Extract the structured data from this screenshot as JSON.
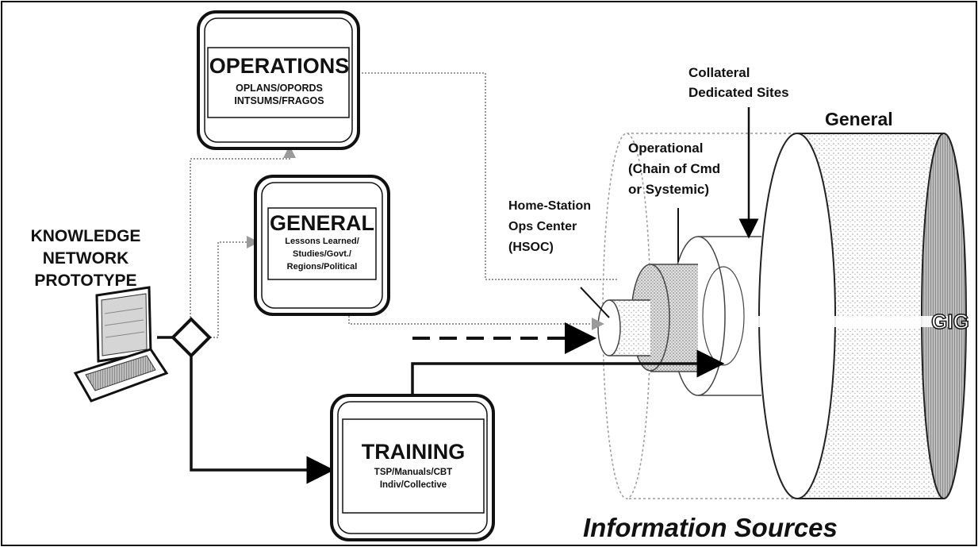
{
  "boxes": {
    "operations": {
      "title": "OPERATIONS",
      "lines": [
        "OPLANS/OPORDS",
        "INTSUMS/FRAGOS"
      ]
    },
    "general": {
      "title": "GENERAL",
      "lines": [
        "Lessons Learned/",
        "Studies/Govt./",
        "Regions/Political"
      ]
    },
    "training": {
      "title": "TRAINING",
      "lines": [
        "TSP/Manuals/CBT",
        "Indiv/Collective"
      ]
    }
  },
  "left_label": [
    "KNOWLEDGE",
    "NETWORK",
    "PROTOTYPE"
  ],
  "labels": {
    "collateral": [
      "Collateral",
      "Dedicated Sites"
    ],
    "general": "General",
    "operational": [
      "Operational",
      "(Chain of Cmd",
      "or Systemic)"
    ],
    "hsoc": [
      "Home-Station",
      "Ops Center",
      "(HSOC)"
    ],
    "gig": "GIG"
  },
  "caption": "Information Sources",
  "icons": [
    "laptop-icon",
    "decision-diamond"
  ]
}
